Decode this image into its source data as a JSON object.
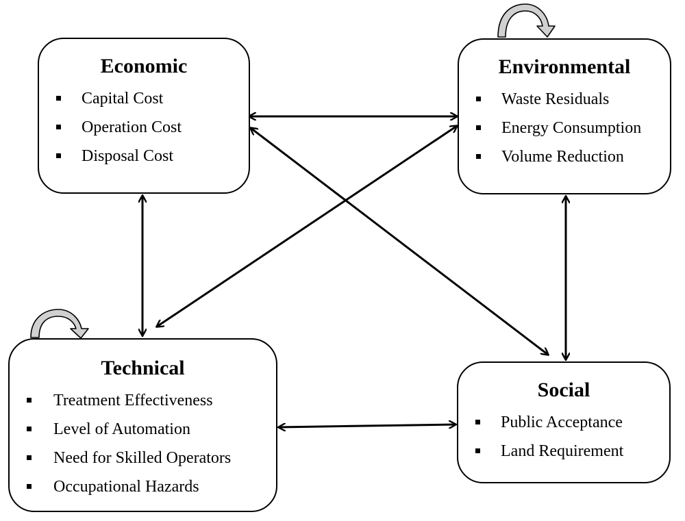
{
  "boxes": {
    "economic": {
      "title": "Economic",
      "items": [
        "Capital Cost",
        "Operation Cost",
        "Disposal Cost"
      ]
    },
    "environmental": {
      "title": "Environmental",
      "items": [
        "Waste Residuals",
        "Energy Consumption",
        "Volume Reduction"
      ]
    },
    "technical": {
      "title": "Technical",
      "items": [
        "Treatment Effectiveness",
        "Level of Automation",
        "Need for Skilled Operators",
        "Occupational Hazards"
      ]
    },
    "social": {
      "title": "Social",
      "items": [
        "Public Acceptance",
        "Land Requirement"
      ]
    }
  },
  "connections": [
    {
      "from": "economic",
      "to": "environmental",
      "bidirectional": true
    },
    {
      "from": "economic",
      "to": "technical",
      "bidirectional": true
    },
    {
      "from": "economic",
      "to": "social",
      "bidirectional": true
    },
    {
      "from": "environmental",
      "to": "technical",
      "bidirectional": true
    },
    {
      "from": "environmental",
      "to": "social",
      "bidirectional": true
    },
    {
      "from": "technical",
      "to": "social",
      "bidirectional": true
    }
  ],
  "self_loops": [
    "environmental",
    "technical"
  ],
  "colors": {
    "line": "#000000",
    "loop_fill": "#d0d0d0"
  }
}
